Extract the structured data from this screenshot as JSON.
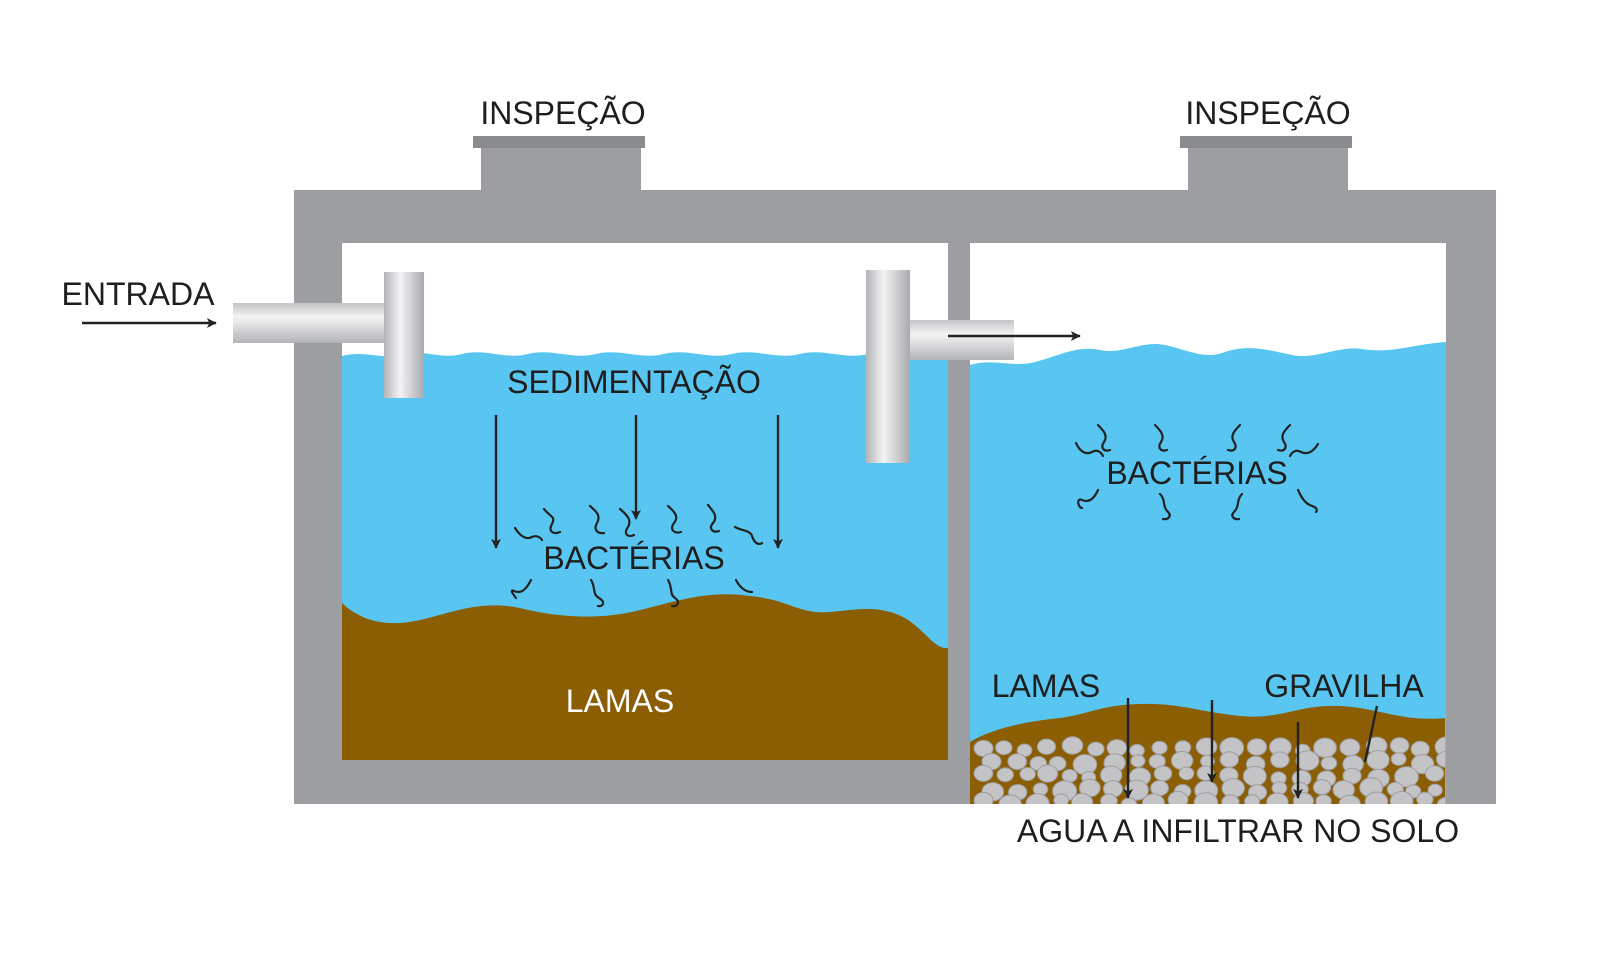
{
  "labels": {
    "inspection_left": "INSPEÇÃO",
    "inspection_right": "INSPEÇÃO",
    "inlet": "ENTRADA",
    "sedimentation": "SEDIMENTAÇÃO",
    "bacteria_left": "BACTÉRIAS",
    "bacteria_right": "BACTÉRIAS",
    "sludge_left": "LAMAS",
    "sludge_right": "LAMAS",
    "gravel": "GRAVILHA",
    "infiltration": "AGUA A INFILTRAR NO SOLO"
  },
  "colors": {
    "concrete": "#9d9ea1",
    "water": "#58c6f1",
    "sludge": "#8b5e03",
    "pipe": "#d2d3d5",
    "gravel": "#c4c4c6",
    "text": "#1e1e1e"
  }
}
